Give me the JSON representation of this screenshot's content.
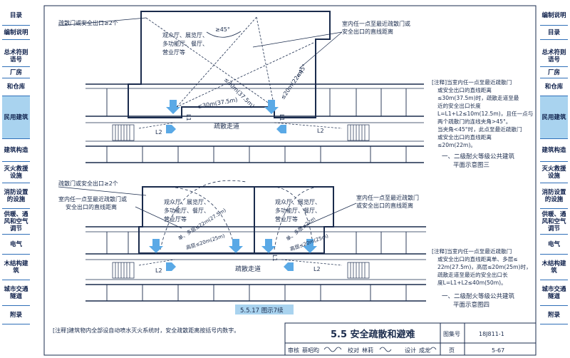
{
  "left_nav": [
    {
      "label": "目录"
    },
    {
      "label": "编制说明"
    },
    {
      "label": "总术符则语号"
    },
    {
      "label": "厂房"
    },
    {
      "label": "和仓库"
    },
    {
      "label": "民用建筑",
      "active": true
    },
    {
      "label": "建筑构造"
    },
    {
      "label": "灭火救援设施"
    },
    {
      "label": "消防设置的设施"
    },
    {
      "label": "供暖、通风和空气调节"
    },
    {
      "label": "电气"
    },
    {
      "label": "木结构建筑"
    },
    {
      "label": "城市交通隧道"
    },
    {
      "label": "附录"
    }
  ],
  "right_nav": [
    {
      "label": "编制说明"
    },
    {
      "label": "目录"
    },
    {
      "label": "总术符则语号"
    },
    {
      "label": "厂房"
    },
    {
      "label": "和仓库"
    },
    {
      "label": "民用建筑",
      "active": true
    },
    {
      "label": "建筑构造"
    },
    {
      "label": "灭火救援设施"
    },
    {
      "label": "消防设置的设施"
    },
    {
      "label": "供暖、通风和空气调节"
    },
    {
      "label": "电气"
    },
    {
      "label": "木结构建筑"
    },
    {
      "label": "城市交通隧道"
    },
    {
      "label": "附录"
    }
  ],
  "plan3": {
    "exit_label": "疏散门或安全出口≥2个",
    "room_lines": [
      "观众厅、展览厅、",
      "多功能厅、餐厅、",
      "营业厅等"
    ],
    "callout": [
      "室内任一点至最近疏散门或",
      "安全出口的直线距离"
    ],
    "angle_top": "≥45°",
    "angle_right": "<45°",
    "dim_diag": "≤30m(37.5m)",
    "dim_right": "≤20m(22m)",
    "dim_bottom": "≤30m(37.5m)",
    "corridor": "疏散走道",
    "l1": "L1",
    "l2": "L2",
    "note": [
      "[注释]当室内任一点至最近疏散门",
      "或安全出口的直线距离",
      "≤30m(37.5m)时，疏散走道至最",
      "近的安全出口长度",
      "L=L1+L2≤10m(12.5m)，且任一点与",
      "两个疏散门的连线夹角>45°。",
      "当夹角<45°时，此点至最近疏散门",
      "或安全出口的直线距离",
      "≤20m(22m)。"
    ],
    "caption_1": "一、二级耐火等级公共建筑",
    "caption_2": "平面示意图三"
  },
  "plan4": {
    "exit_label": "疏散门或安全出口≥2个",
    "room_lines": [
      "观众厅、展览厅、",
      "多功能厅、餐厅、",
      "营业厅等"
    ],
    "callout_left": [
      "室内任一点至最近疏散门或",
      "安全出口的直线距离"
    ],
    "callout_right": [
      "室内任一点至最近疏散门",
      "或安全出口的直线距离"
    ],
    "dim_1": "单、多层≤22m(27.5m)",
    "dim_2": "高层≤20m(25m)",
    "dim_3": "单、多层≤22m",
    "dim_4": "高层≤20m(25m)",
    "corridor": "疏散走道",
    "l1": "L1",
    "l2": "L2",
    "note": [
      "[注释]当室内任一点至最近疏散门",
      "或安全出口的直线距离单、多层≤",
      "22m(27.5m)，高层≤20m(25m)时，",
      "疏散走道至最近的安全出口长",
      "度L=L1+L2≤40m(50m)。"
    ],
    "caption_1": "一、二级耐火等级公共建筑",
    "caption_2": "平面示意图四"
  },
  "figure_label": "5.5.17 图示7续",
  "footer_note": "[注释]建筑物内全部设自动喷水灭火系统时，安全疏散距离按括号内数字。",
  "title_block": {
    "title": "5.5 安全疏散和避难",
    "atlas_label": "图集号",
    "atlas_no": "18J811-1",
    "review_label": "审核",
    "reviewer": "蔡昭昀",
    "check_label": "校对",
    "checker": "林莉",
    "design_label": "设计",
    "designer": "成龙",
    "page_label": "页",
    "page_no": "5-67"
  },
  "colors": {
    "tab_active": "#a9d3ef",
    "tab_border": "#2f6fb8",
    "arrow": "#5aa9e6",
    "ink": "#1a2b4c",
    "badge": "#a9d3ef"
  }
}
